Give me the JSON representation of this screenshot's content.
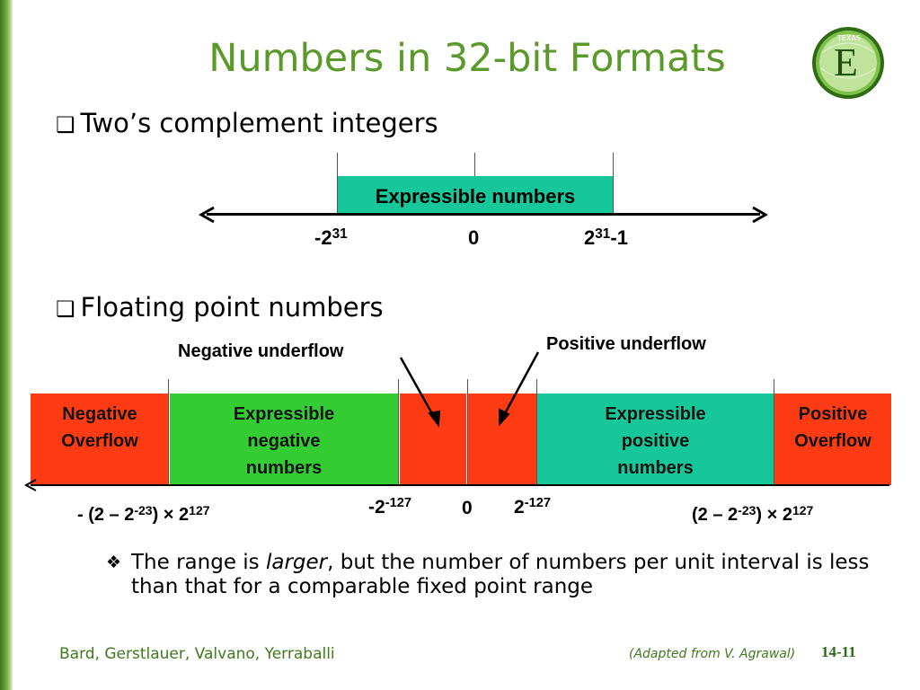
{
  "title": "Numbers in 32-bit Formats",
  "logo_letter": "E",
  "logo_text": "TEXAS",
  "bullet_glyph": "❑",
  "sub_bullet_glyph": "❖",
  "sections": [
    {
      "label": "Two’s complement integers"
    },
    {
      "label": "Floating point numbers"
    }
  ],
  "int_diagram": {
    "region_label": "Expressible numbers",
    "left_base": "-2",
    "left_exp": "31",
    "zero": "0",
    "right_base": "2",
    "right_exp": "31",
    "right_suffix": "-1"
  },
  "float_diagram": {
    "regions": [
      {
        "label_lines": [
          "Negative",
          "Overflow"
        ],
        "color": "#ff3b14"
      },
      {
        "label_lines": [
          "Expressible",
          "negative",
          "numbers"
        ],
        "color": "#33cc33"
      },
      {
        "label_lines": [],
        "color": "#ff3b14"
      },
      {
        "label_lines": [],
        "color": "#ff3b14"
      },
      {
        "label_lines": [
          "Expressible",
          "positive",
          "numbers"
        ],
        "color": "#16c79a"
      },
      {
        "label_lines": [
          "Positive",
          "Overflow"
        ],
        "color": "#ff3b14"
      }
    ],
    "callouts": {
      "negative_underflow": "Negative underflow",
      "positive_underflow": "Positive underflow"
    },
    "ticks": {
      "neg_max": {
        "pre": "- (2 – 2",
        "exp1": "-23",
        "mid": ") × 2",
        "exp2": "127"
      },
      "neg_min": {
        "base": "-2",
        "exp": "-127"
      },
      "zero": "0",
      "pos_min": {
        "base": "2",
        "exp": "-127"
      },
      "pos_max": {
        "pre": "(2 – 2",
        "exp1": "-23",
        "mid": ") × 2",
        "exp2": "127"
      }
    }
  },
  "note": {
    "before": "The range is ",
    "emph": "larger",
    "after": ", but the number of numbers per unit interval is less than that for a comparable fixed point range"
  },
  "footer": {
    "authors": "Bard, Gerstlauer, Valvano, Yerraballi",
    "credit": "(Adapted from V. Agrawal)",
    "slide_number": "14-11"
  }
}
